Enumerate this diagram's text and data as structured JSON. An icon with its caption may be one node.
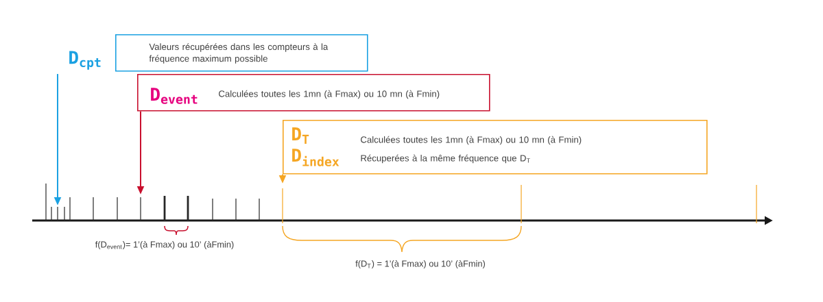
{
  "diagram": {
    "nodes": [
      {
        "text": [
          "D$_{cpt}$"
        ]
      },
      {
        "text": [
          "Valeurs récupérées dans les compteurs à la fréquence maximum possible"
        ]
      },
      {
        "text": [
          "D$_{event}$",
          "Calculées toutes les 1mn (à Fmax) ou 10 mn (à Fmin)"
        ]
      },
      {
        "text": [
          "D$_{T}$",
          "D$_{index}$",
          "Calculées toutes les 1mn (à Fmax) ou 10 mn (à Fmin)",
          "Récuperées à la même fréquence que D$_{T}$"
        ]
      }
    ],
    "edges": [
      {
        "from": 0,
        "to": null,
        "arrow": "to",
        "color": "#1ba1e2"
      },
      {
        "from": 2,
        "to": null,
        "arrow": "to",
        "color": "#c8102e"
      },
      {
        "from": 3,
        "to": null,
        "arrow": "to",
        "color": "#f5a623"
      }
    ],
    "labels": [
      "f(D$_{event}$)= 1’(à Fmax) ou 10’ (àFmin)",
      "f(D$_{T}$) = 1’(à Fmax) ou 10’ (àFmin)"
    ]
  }
}
